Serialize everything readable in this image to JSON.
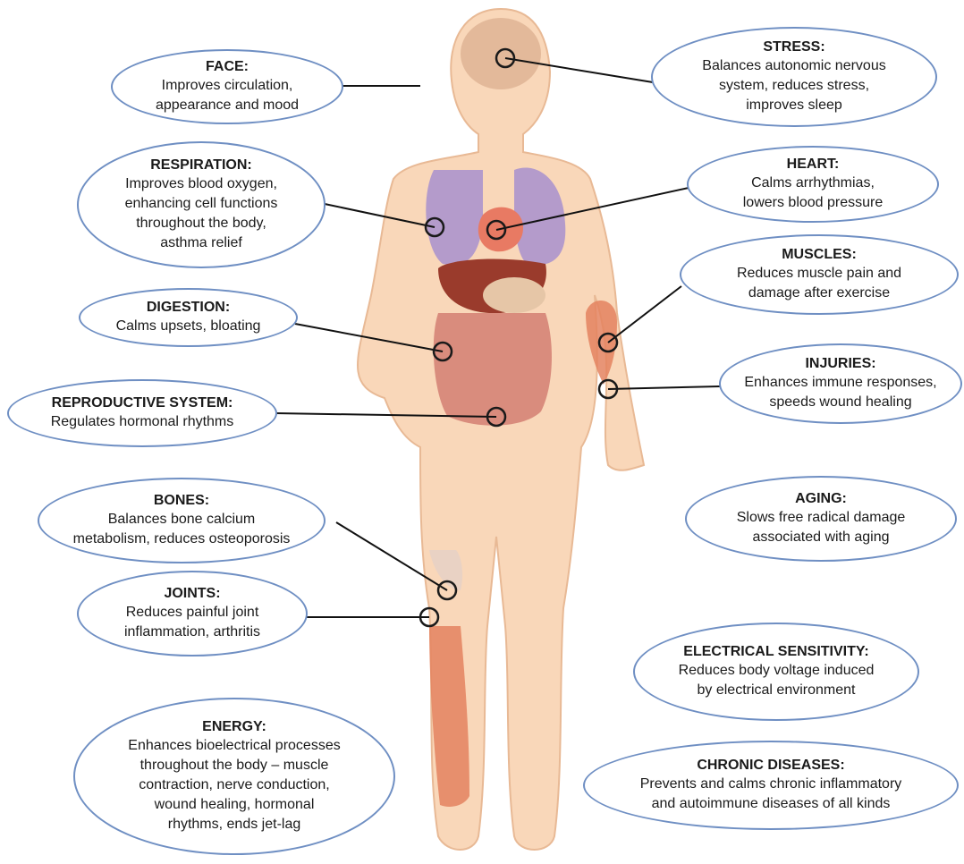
{
  "colors": {
    "skin": "#f9d7b9",
    "skin_outline": "#e8b995",
    "lung": "#b49bcb",
    "heart": "#e87a63",
    "liver": "#9a3b2c",
    "intestine": "#d98c7d",
    "muscle": "#e4835f",
    "bubble_border": "#6f8fc3",
    "line": "#111111"
  },
  "callouts": [
    {
      "id": "face",
      "title": "FACE:",
      "text": "Improves circulation,\nappearance and mood"
    },
    {
      "id": "stress",
      "title": "STRESS:",
      "text": "Balances autonomic nervous\nsystem, reduces stress,\nimproves sleep"
    },
    {
      "id": "respiration",
      "title": "RESPIRATION:",
      "text": "Improves blood oxygen,\nenhancing cell functions\nthroughout the body,\nasthma relief"
    },
    {
      "id": "heart",
      "title": "HEART:",
      "text": "Calms arrhythmias,\nlowers blood pressure"
    },
    {
      "id": "muscles",
      "title": "MUSCLES:",
      "text": "Reduces muscle pain and\ndamage after exercise"
    },
    {
      "id": "digestion",
      "title": "DIGESTION:",
      "text": "Calms upsets, bloating"
    },
    {
      "id": "injuries",
      "title": "INJURIES:",
      "text": "Enhances immune responses,\nspeeds wound healing"
    },
    {
      "id": "reproductive",
      "title": "REPRODUCTIVE SYSTEM:",
      "text": "Regulates hormonal rhythms"
    },
    {
      "id": "bones",
      "title": "BONES:",
      "text": "Balances bone calcium\nmetabolism, reduces osteoporosis"
    },
    {
      "id": "aging",
      "title": "AGING:",
      "text": "Slows free radical damage\nassociated with aging"
    },
    {
      "id": "joints",
      "title": "JOINTS:",
      "text": "Reduces painful joint\ninflammation, arthritis"
    },
    {
      "id": "electrical",
      "title": "ELECTRICAL SENSITIVITY:",
      "text": "Reduces body voltage induced\nby electrical environment"
    },
    {
      "id": "energy",
      "title": "ENERGY:",
      "text": "Enhances bioelectrical processes\nthroughout the body – muscle\ncontraction, nerve conduction,\nwound healing, hormonal\nrhythms, ends jet-lag"
    },
    {
      "id": "chronic",
      "title": "CHRONIC DISEASES:",
      "text": "Prevents and calms chronic inflammatory\nand autoimmune diseases of all kinds"
    }
  ]
}
